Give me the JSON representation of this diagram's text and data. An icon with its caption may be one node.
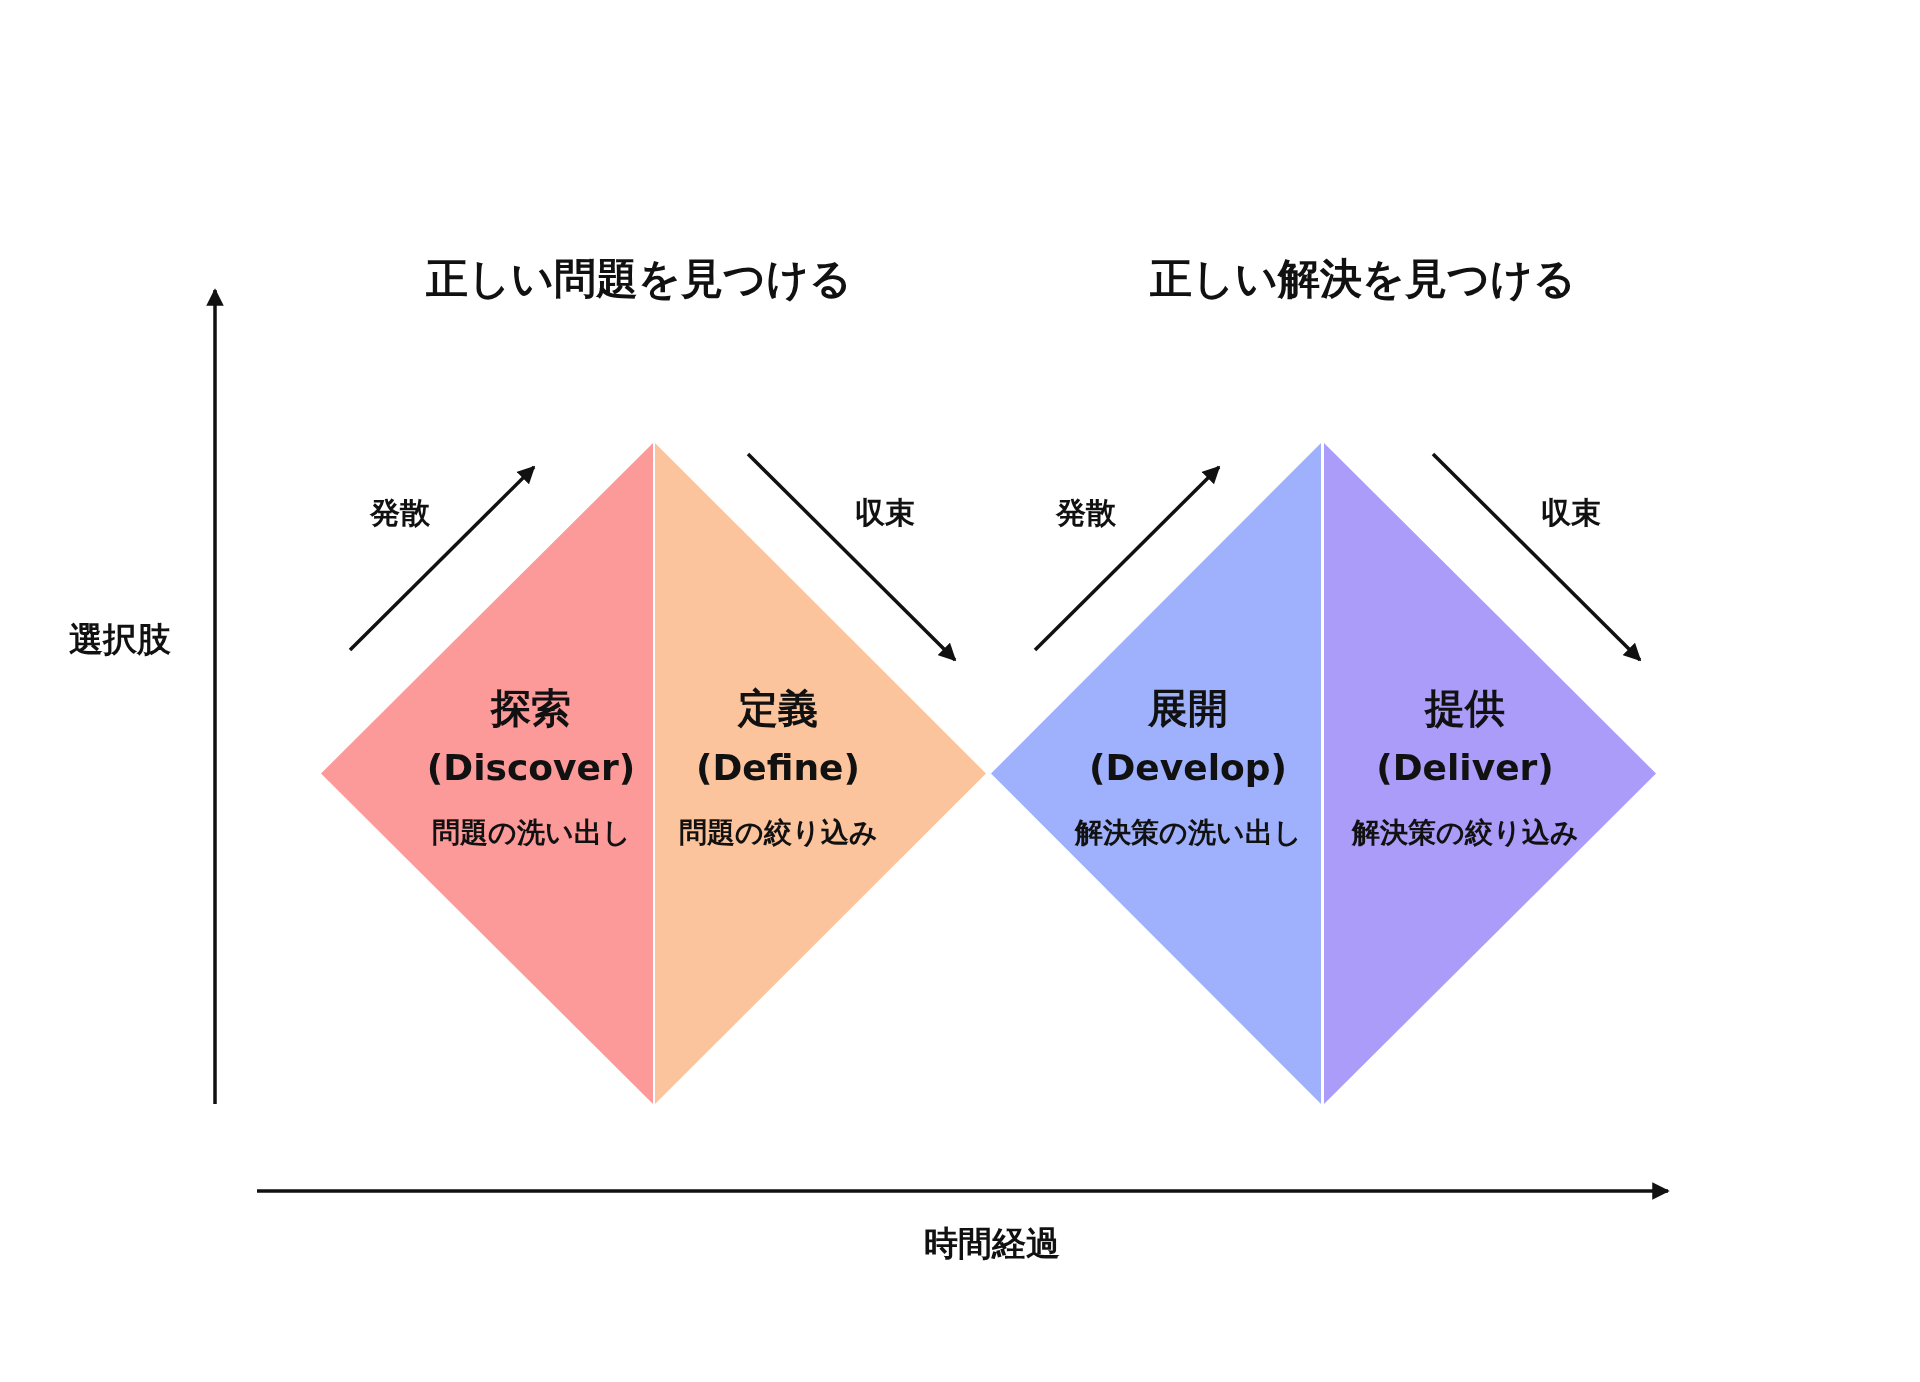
{
  "diagram": {
    "nodes": [
      {
        "text": [
          "探索",
          "(Discover)",
          "問題の洗い出し"
        ]
      },
      {
        "text": [
          "定義",
          "(Define)",
          "問題の絞り込み"
        ]
      },
      {
        "text": [
          "展開",
          "(Develop)",
          "解決策の洗い出し"
        ]
      },
      {
        "text": [
          "提供",
          "(Deliver)",
          "解決策の絞り込み"
        ]
      }
    ],
    "labels": [
      "正しい問題を見つける",
      "正しい解決を見つける",
      "発散",
      "収束",
      "発散",
      "収束",
      "選択肢",
      "時間経過"
    ]
  }
}
